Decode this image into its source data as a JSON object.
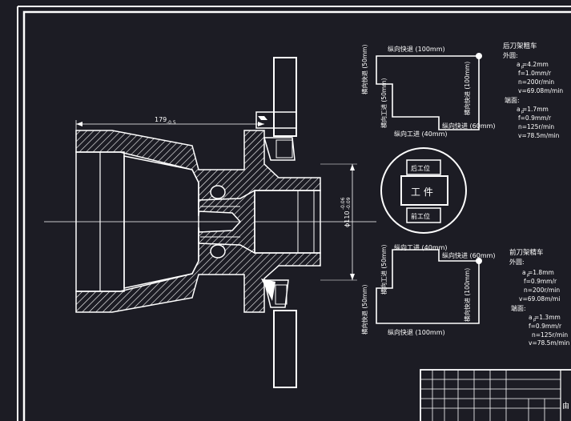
{
  "colors": {
    "background": "#1c1c24",
    "line": "#ffffff",
    "frame": "#ffffff"
  },
  "dims": {
    "length": "179",
    "length_tol": "-0.5",
    "diameter_prefix": "ϕ110",
    "diameter_tol_upper": "-0.06",
    "diameter_tol_lower": "-0.09"
  },
  "rear_tool": {
    "title": "后刀架粗车",
    "outer_label": "外圆:",
    "outer_lines": [
      "a =4.2mm",
      "f=1.0mm/r",
      "n=200r/min",
      "v=69.08m/min"
    ],
    "end_label": "端面:",
    "end_lines": [
      "a =1.7mm",
      "f=0.9mm/r",
      "n=125r/min",
      "v=78.5m/min"
    ],
    "path": {
      "top": "纵向快退 (100mm)",
      "left": "横向快退 (50mm)",
      "inner_left": "横向工进 (50mm)",
      "right": "横向快进 (100mm)",
      "bottom_left": "纵向工进 (40mm)",
      "bottom_right": "纵向快进 (60mm)"
    }
  },
  "front_tool": {
    "title": "前刀架精车",
    "outer_label": "外圆:",
    "outer_lines": [
      "a =1.8mm",
      "f=0.9mm/r",
      "n=200r/min",
      "v=69.08m/mi"
    ],
    "end_label": "端面:",
    "end_lines": [
      "a =1.3mm",
      "f=0.9mm/r",
      "n=125r/min",
      "v=78.5m/min"
    ],
    "path": {
      "top_left": "纵向工进 (40mm)",
      "top_right": "纵向快进 (60mm)",
      "left": "横向快退 (50mm)",
      "inner_left": "横向工进 (50mm)",
      "right": "横向快进 (100mm)",
      "bottom": "纵向快退 (100mm)"
    }
  },
  "workpiece": {
    "center_label": "工  件",
    "rear_position": "后工位",
    "front_position": "前工位"
  },
  "title_block": {
    "partial_label": "由"
  }
}
